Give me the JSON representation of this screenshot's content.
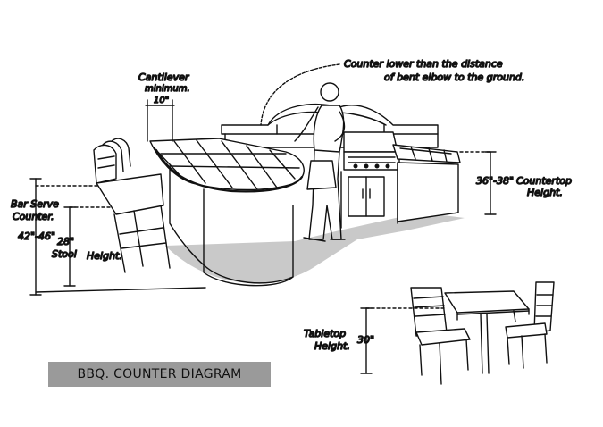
{
  "diagram": {
    "title": "BBQ. COUNTER DIAGRAM",
    "labels": {
      "cantilever": "Cantilever",
      "cantilever_min": "minimum.",
      "cantilever_value": "10\"",
      "counter_note_line1": "Counter lower than the distance",
      "counter_note_line2": "of bent elbow to the ground.",
      "bar_serve_1": "Bar Serve",
      "bar_serve_2": "Counter.",
      "bar_serve_value": "42\"-46\"",
      "stool_value": "28\"",
      "stool_label": "Stool",
      "height_label": "Height.",
      "countertop_value": "36\"-38\"",
      "countertop_label": "Countertop",
      "countertop_height": "Height.",
      "tabletop_label": "Tabletop",
      "tabletop_height": "Height.",
      "tabletop_value": "30\""
    }
  }
}
